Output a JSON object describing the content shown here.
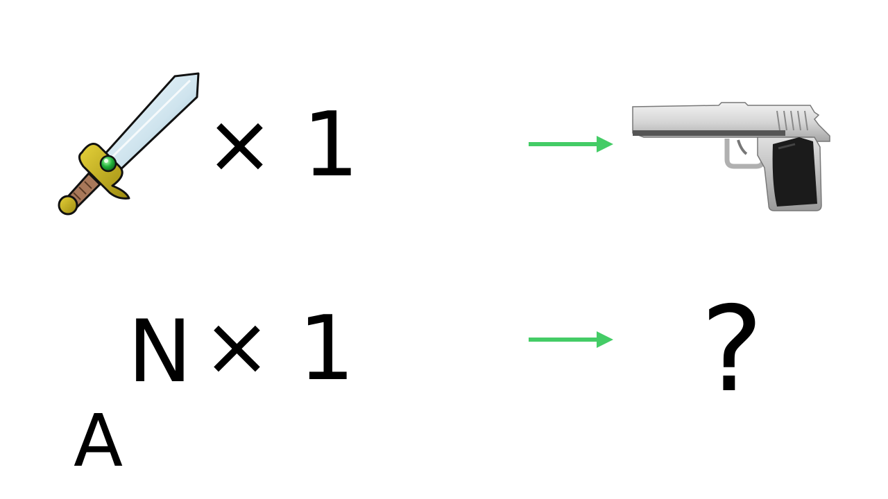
{
  "row1": {
    "input_item": "sword-icon",
    "times": "×",
    "count": "1",
    "arrow": "arrow-right-icon",
    "result_item": "pistol-icon"
  },
  "row2": {
    "input_item": "N",
    "times": "×",
    "count": "1",
    "arrow": "arrow-right-icon",
    "result_item": "?"
  },
  "option_label": "A",
  "colors": {
    "arrow": "#44cc66",
    "text": "#000000",
    "background": "#ffffff"
  }
}
